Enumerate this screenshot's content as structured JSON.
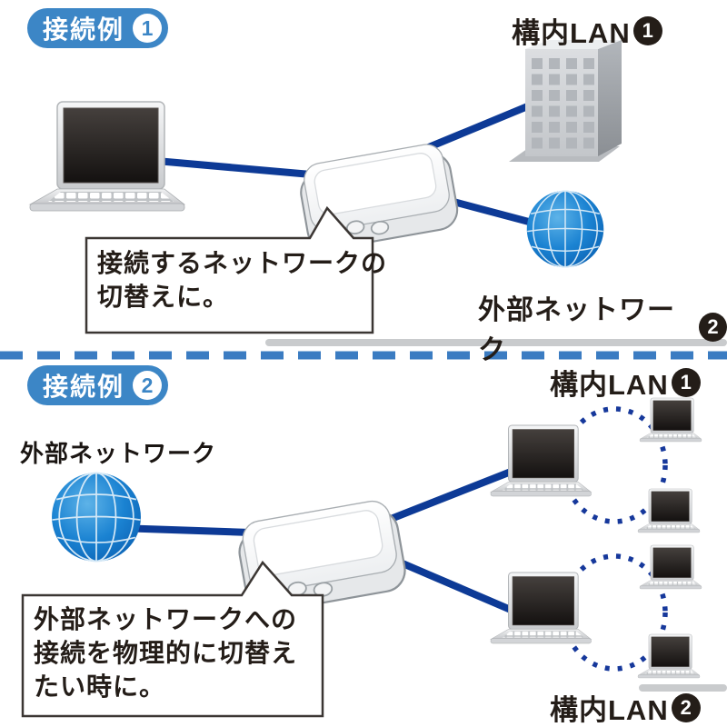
{
  "colors": {
    "accent_blue": "#3c86c6",
    "cable_navy": "#0d3a96",
    "divider_blue": "#3b7cc2",
    "dotted_circle_navy": "#16389b",
    "globe_blue": "#1b83d2",
    "label_black": "#241d18"
  },
  "icons": [
    "laptop-icon",
    "switch-icon",
    "building-icon",
    "globe-icon",
    "cable-line",
    "dotted-lan-circle",
    "divider-dashed-line",
    "speech-bubble"
  ],
  "example1": {
    "badge": {
      "label": "接続例",
      "number": "1"
    },
    "nodes": {
      "lan_building": {
        "label": "構内LAN",
        "number": "1"
      },
      "external_network": {
        "label": "外部ネットワーク",
        "number": "2"
      }
    },
    "bubble": {
      "lines": [
        "接続するネットワークの",
        "切替えに。"
      ]
    }
  },
  "example2": {
    "badge": {
      "label": "接続例",
      "number": "2"
    },
    "external_network_label": "外部ネットワーク",
    "lan_groups": [
      {
        "label": "構内LAN",
        "number": "1"
      },
      {
        "label": "構内LAN",
        "number": "2"
      }
    ],
    "bubble": {
      "lines": [
        "外部ネットワークへの",
        "接続を物理的に切替え",
        "たい時に。"
      ]
    }
  }
}
